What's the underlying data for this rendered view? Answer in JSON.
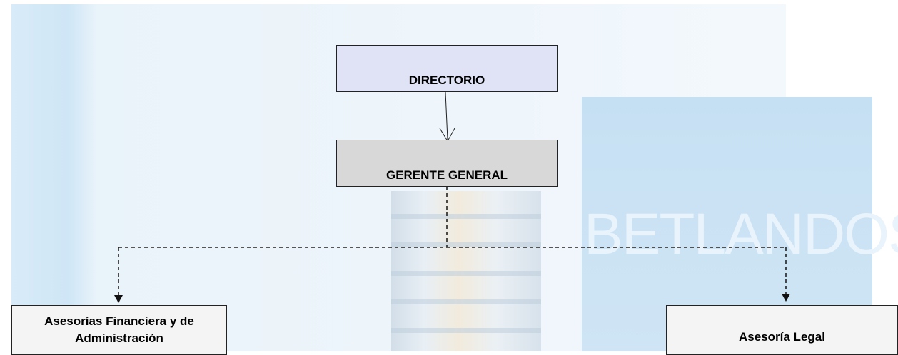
{
  "background": {
    "watermark": "BETLANDOS",
    "colors": {
      "panel": "#d8ebf8",
      "panel_right": "#c6e0f3"
    }
  },
  "nodes": {
    "directorio": "DIRECTORIO",
    "gerente_general": "GERENTE GENERAL",
    "asesorias_financiera": "Asesorías Financiera y de Administración",
    "asesoria_legal": "Asesoría Legal"
  },
  "edges": [
    {
      "from": "directorio",
      "to": "gerente_general",
      "style": "solid"
    },
    {
      "from": "gerente_general",
      "to": "asesorias_financiera",
      "style": "dashed"
    },
    {
      "from": "gerente_general",
      "to": "asesoria_legal",
      "style": "dashed"
    }
  ],
  "colors": {
    "directorio_fill": "#dfe3f5",
    "gerente_fill": "#d8d8d8",
    "advisory_fill": "#f4f4f4",
    "line": "#222222"
  }
}
